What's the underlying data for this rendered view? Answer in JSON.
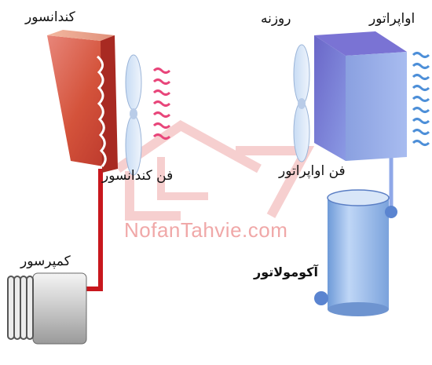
{
  "labels": {
    "condenser": "کندانسور",
    "nozzle": "روزنه",
    "evaporator": "اواپراتور",
    "condenser_fan": "فن کندانسور",
    "evaporator_fan": "فن اواپراتور",
    "compressor": "کمپرسور",
    "accumulator": "آکومولاتور"
  },
  "watermark": {
    "text": "NofanTahvie.com"
  },
  "colors": {
    "hot_line": "#c8171d",
    "warm_line": "#e8742a",
    "cool_line": "#8fa8e8",
    "condenser": "#d4533b",
    "evaporator": "#6a66c8",
    "heat_wave": "#e8457a",
    "cold_wave": "#4d8fd8",
    "watermark": "#f0a8a8"
  },
  "icons": [
    "condenser-fan-icon",
    "evaporator-fan-icon",
    "heat-wave-icon",
    "cold-wave-icon"
  ]
}
